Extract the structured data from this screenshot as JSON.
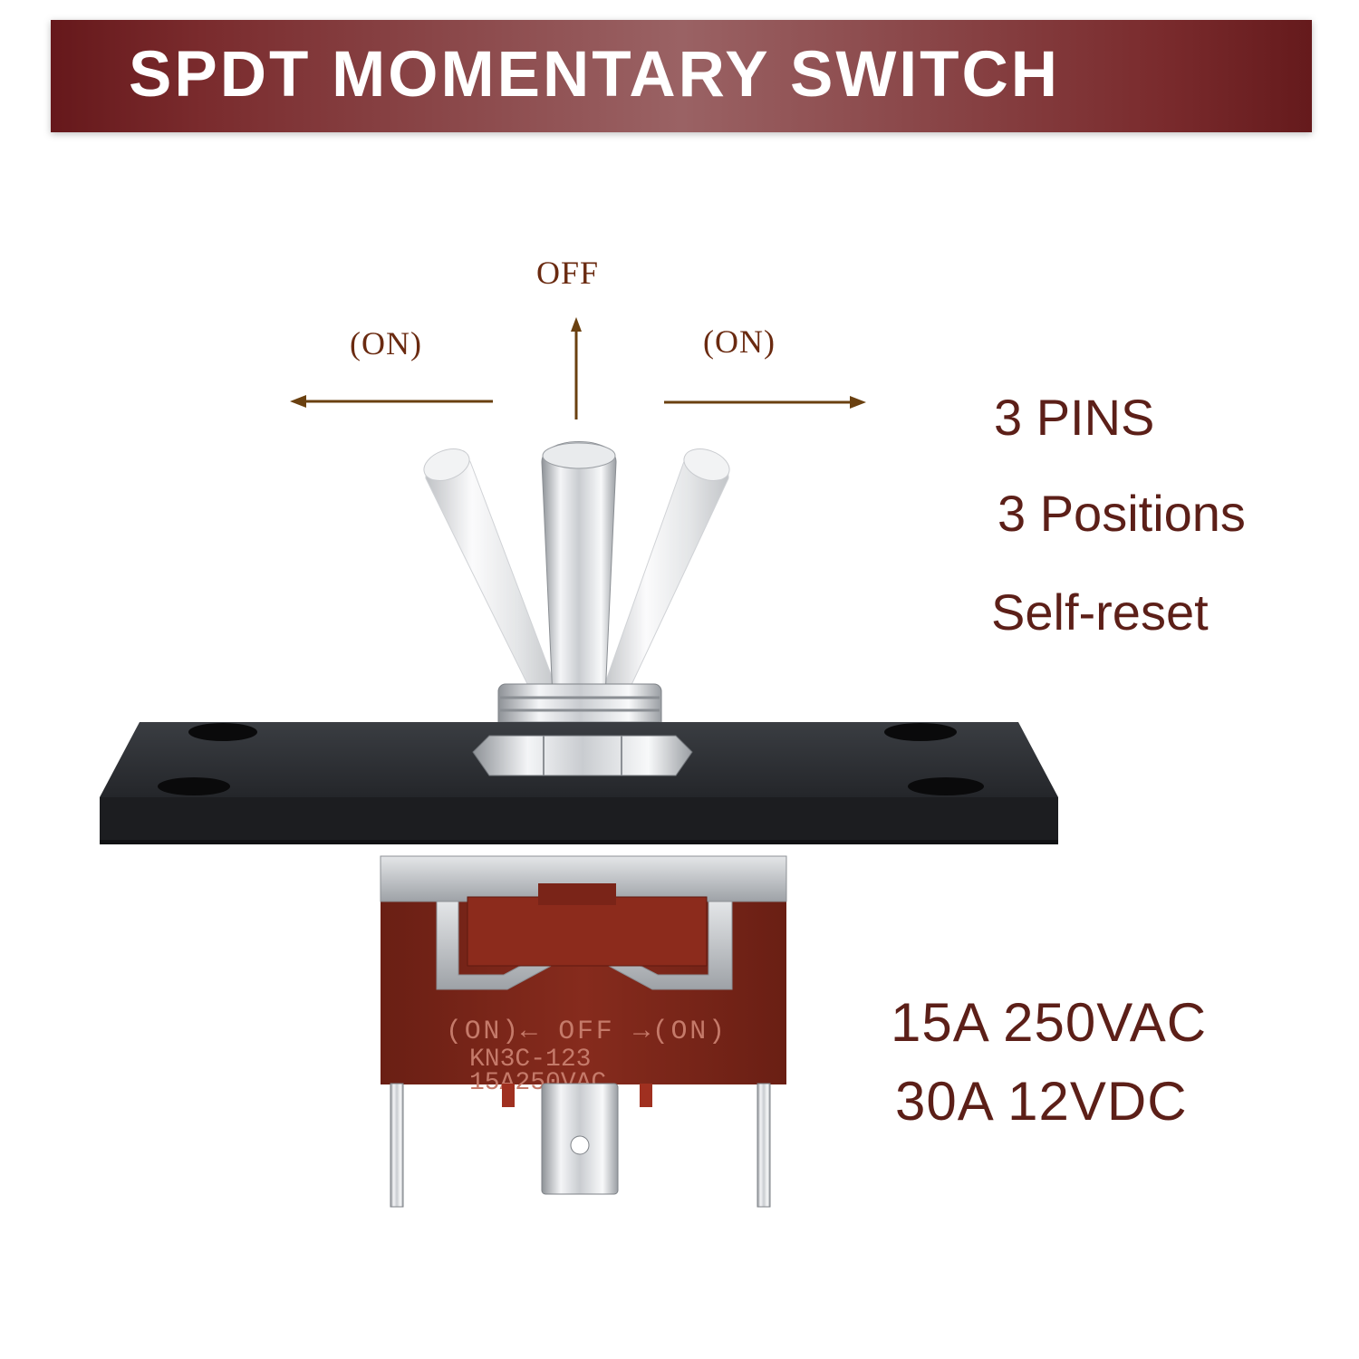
{
  "banner": {
    "title": "SPDT MOMENTARY SWITCH",
    "color": "#7a2b2d"
  },
  "positions": {
    "left": "(ON)",
    "center": "OFF",
    "right": "(ON)",
    "arrow_color": "#6a4010"
  },
  "features": [
    "3 PINS",
    "3 Positions",
    "Self-reset"
  ],
  "ratings": [
    "15A 250VAC",
    "30A 12VDC"
  ],
  "switch_marking": {
    "legend": "(ON)← OFF →(ON)",
    "model": "KN3C-123",
    "rating": "15A250VAC"
  },
  "colors": {
    "text": "#5c1f18",
    "body": "#7a2418",
    "plate": "#2a2c30"
  }
}
